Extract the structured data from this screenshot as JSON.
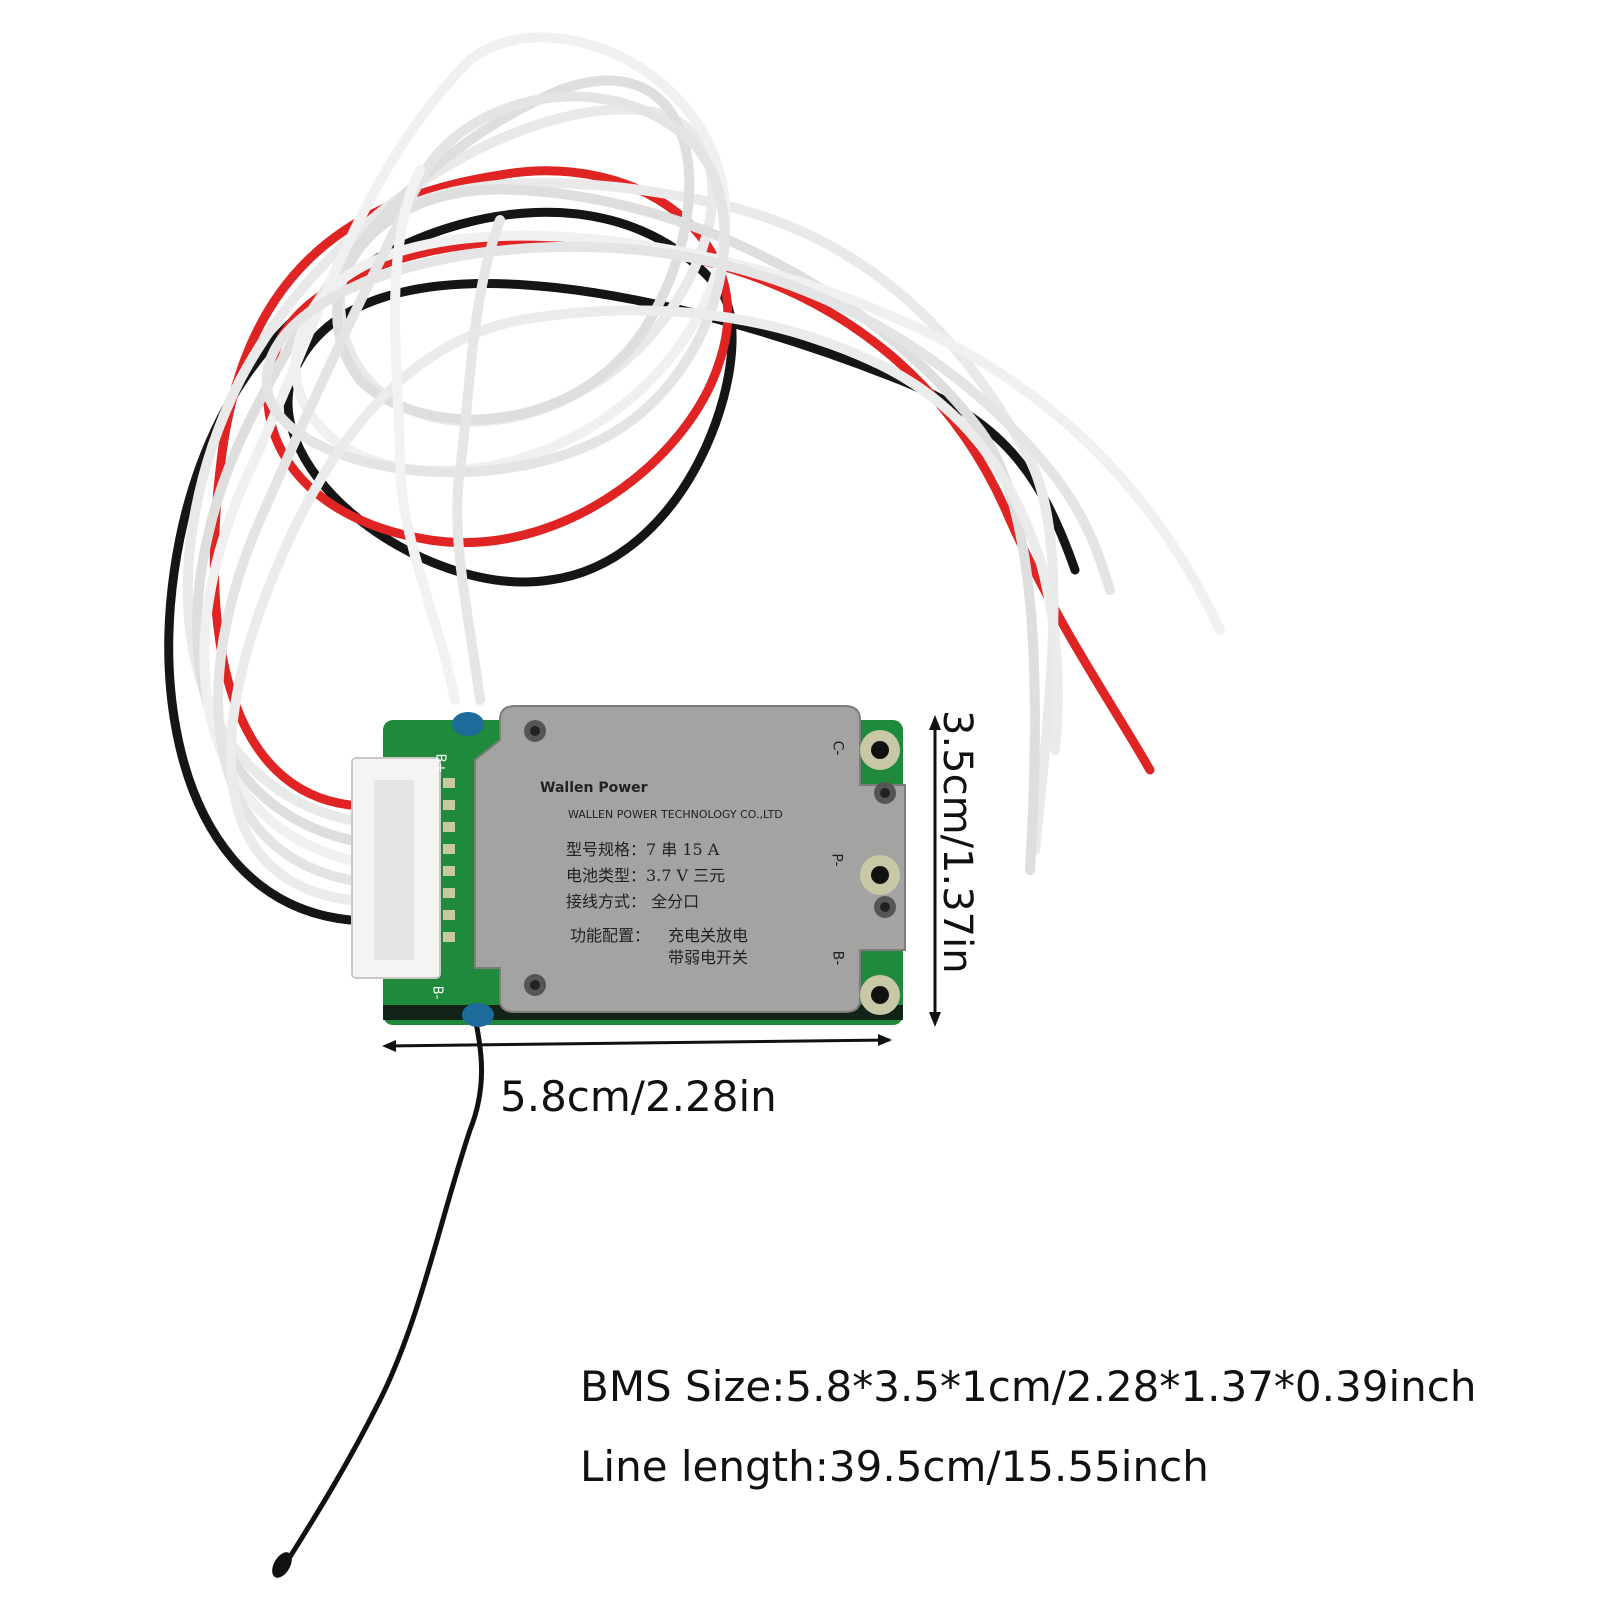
{
  "dimensions": {
    "width": "5.8cm/2.28in",
    "height": "3.5cm/1.37in"
  },
  "specs": {
    "bms_size": "BMS Size:5.8*3.5*1cm/2.28*1.37*0.39inch",
    "line_length": "Line length:39.5cm/15.55inch"
  },
  "board": {
    "brand": "Wallen Power",
    "company": "WALLEN POWER TECHNOLOGY CO.,LTD",
    "model_line": "型号规格：7 串 15 A",
    "battery_line": "电池类型：3.7 V  三元",
    "wiring_line": "接线方式：  全分口",
    "function_label": "功能配置：",
    "function_1": "充电关放电",
    "function_2": "带弱电开关",
    "pad_c": "C-",
    "pad_p": "P-",
    "pad_b": "B-",
    "conn_bplus": "B+",
    "conn_bminus": "B-"
  },
  "colors": {
    "pcb_green": "#1f8a3c",
    "shield_gray": "#a3a3a1",
    "wire_red": "#e02424",
    "wire_white": "#f2f2f2",
    "wire_black": "#151515"
  }
}
